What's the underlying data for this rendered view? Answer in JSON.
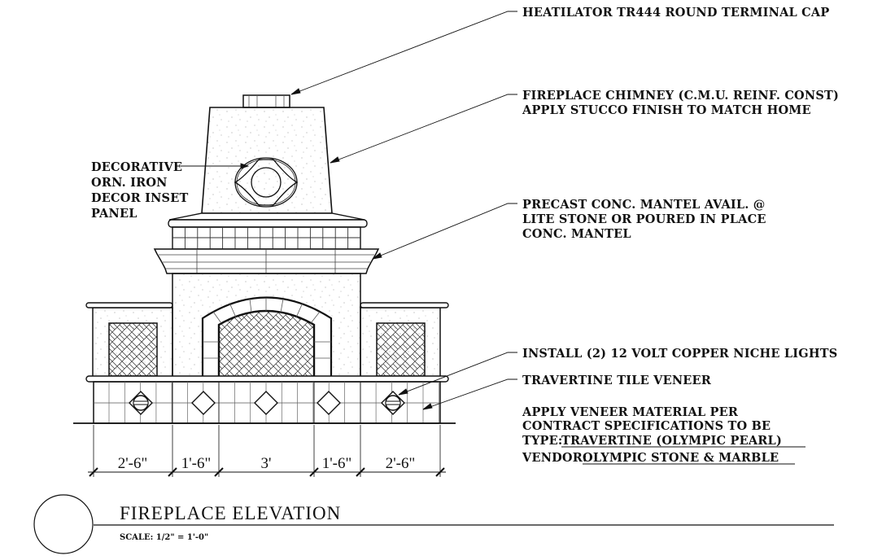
{
  "notes": {
    "cap": "HEATILATOR TR444 ROUND TERMINAL CAP",
    "chimney_1": "FIREPLACE CHIMNEY (C.M.U. REINF. CONST)",
    "chimney_2": "APPLY STUCCO FINISH TO MATCH HOME",
    "panel_1": "DECORATIVE",
    "panel_2": "ORN. IRON",
    "panel_3": "DECOR INSET",
    "panel_4": "PANEL",
    "mantel_1": "PRECAST CONC. MANTEL AVAIL. @",
    "mantel_2": "LITE STONE OR POURED IN PLACE",
    "mantel_3": "CONC. MANTEL",
    "lights": "INSTALL (2) 12 VOLT COPPER NICHE LIGHTS",
    "veneer": "TRAVERTINE TILE VENEER",
    "spec_1": "APPLY VENEER MATERIAL PER",
    "spec_2": "CONTRACT SPECIFICATIONS TO BE",
    "type_label": "TYPE:",
    "type_value": "  TRAVERTINE (OLYMPIC PEARL)",
    "vendor_label": "VENDOR:",
    "vendor_value": " OLYMPIC STONE & MARBLE"
  },
  "dimensions": [
    "2'-6\"",
    "1'-6\"",
    "3'",
    "1'-6\"",
    "2'-6\""
  ],
  "title": "FIREPLACE ELEVATION",
  "scale": "SCALE: 1/2\" = 1'-0\""
}
